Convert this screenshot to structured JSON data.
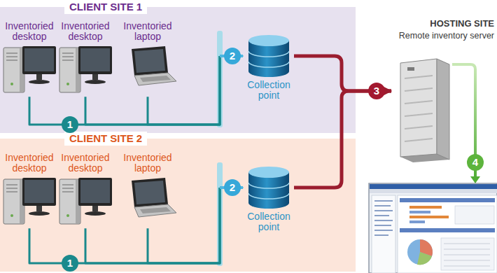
{
  "diagram": {
    "nodes": [
      {
        "text": [
          "CLIENT SITE 1"
        ]
      },
      {
        "text": [
          "Inventoried desktop"
        ],
        "in": 0
      },
      {
        "text": [
          "Inventoried desktop"
        ],
        "in": 0
      },
      {
        "text": [
          "Inventoried laptop"
        ],
        "in": 0
      },
      {
        "text": [
          "Collection point"
        ],
        "in": 0
      },
      {
        "text": [
          "CLIENT SITE 2"
        ]
      },
      {
        "text": [
          "Inventoried desktop"
        ],
        "in": 5
      },
      {
        "text": [
          "Inventoried desktop"
        ],
        "in": 5
      },
      {
        "text": [
          "Inventoried laptop"
        ],
        "in": 5
      },
      {
        "text": [
          "Collection point"
        ],
        "in": 5
      },
      {
        "text": [
          "HOSTING SITE",
          "Remote inventory server"
        ]
      }
    ],
    "edges": [
      {
        "from": 1,
        "to": 4,
        "arrow": "to"
      },
      {
        "from": 2,
        "to": 4,
        "arrow": "to"
      },
      {
        "from": 3,
        "to": 4,
        "arrow": "to"
      },
      {
        "from": 4,
        "to": 10,
        "arrow": "to"
      },
      {
        "from": 6,
        "to": 9,
        "arrow": "to"
      },
      {
        "from": 7,
        "to": 9,
        "arrow": "to"
      },
      {
        "from": 8,
        "to": 9,
        "arrow": "to"
      },
      {
        "from": 9,
        "to": 10,
        "arrow": "to"
      }
    ],
    "labels": [
      "1",
      "2",
      "3",
      "4",
      "1",
      "2"
    ]
  }
}
